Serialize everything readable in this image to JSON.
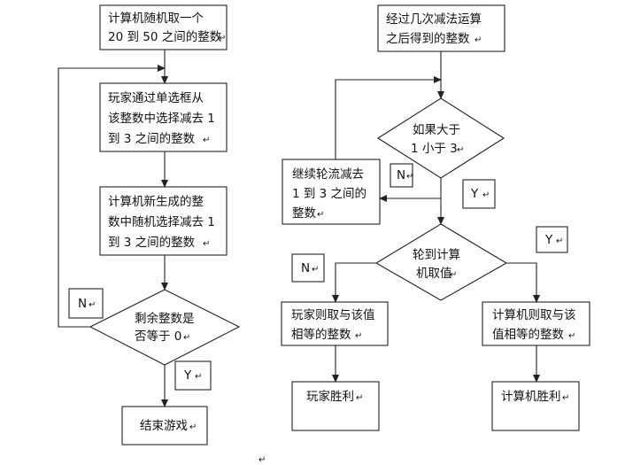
{
  "left": {
    "box1": [
      "计算机随机取一个",
      "20 到 50 之间的整数"
    ],
    "box2": [
      "玩家通过单选框从",
      "该整数中选择减去 1",
      "到 3 之间的整数"
    ],
    "box3": [
      "计算机新生成的整",
      "数中随机选择减去 1",
      "到 3 之间的整数"
    ],
    "decision": [
      "剩余整数是",
      "否等于 0"
    ],
    "no_label": "N",
    "yes_label": "Y",
    "end": "结束游戏"
  },
  "right": {
    "box1": [
      "经过几次减法运算",
      "之后得到的整数"
    ],
    "decision1": [
      "如果大于",
      "1 小于 3"
    ],
    "no_label1": "N",
    "yes_label1": "Y",
    "continue_box": [
      "继续轮流减去",
      "1 到 3 之间的",
      "整数"
    ],
    "decision2": [
      "轮到计算",
      "机取值"
    ],
    "no_label2": "N",
    "yes_label2": "Y",
    "player_take": [
      "玩家则取与该值",
      "相等的整数"
    ],
    "computer_take": [
      "计算机则取与该",
      "值相等的整数"
    ],
    "player_win": "玩家胜利",
    "computer_win": "计算机胜利"
  }
}
